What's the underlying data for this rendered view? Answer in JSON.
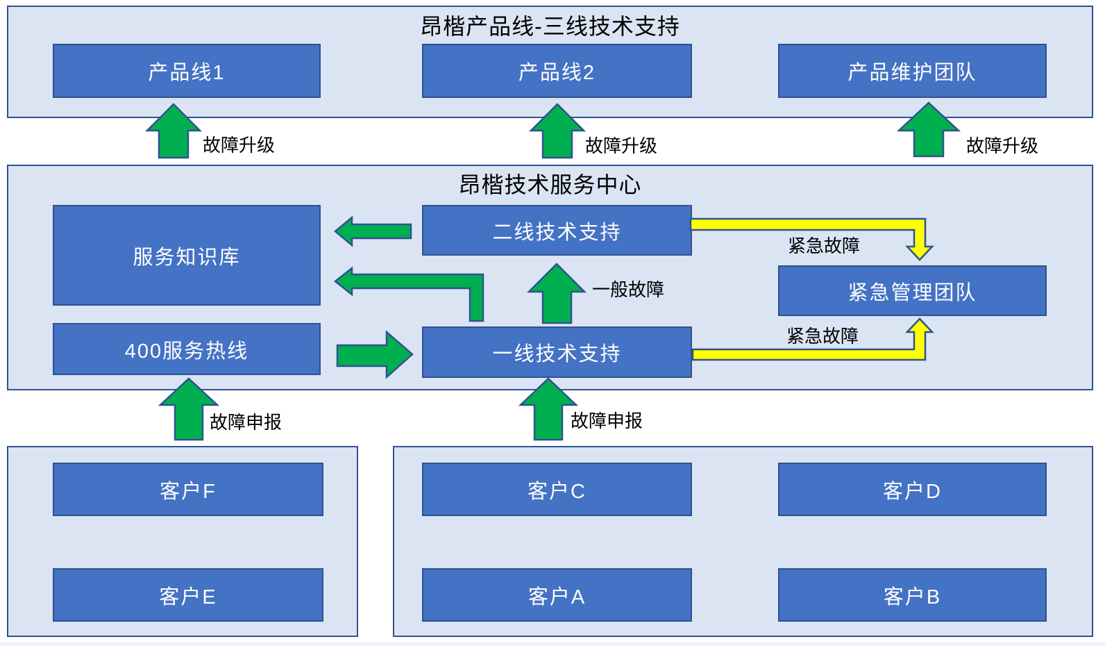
{
  "colors": {
    "page_background": "#ffffff",
    "container_fill": "#dbe4f3",
    "container_border": "#2f528f",
    "box_fill": "#4472c4",
    "box_border": "#2f528f",
    "box_text": "#ffffff",
    "title_text": "#000000",
    "green_arrow": "#00b050",
    "yellow_arrow": "#ffff00",
    "arrow_outline": "#2f528f"
  },
  "sections": {
    "product": {
      "title": "昂楷产品线-三线技术支持",
      "boxes": [
        {
          "label": "产品线1"
        },
        {
          "label": "产品线2"
        },
        {
          "label": "产品维护团队"
        }
      ]
    },
    "service": {
      "title": "昂楷技术服务中心",
      "boxes": [
        {
          "label": "服务知识库"
        },
        {
          "label": "400服务热线"
        },
        {
          "label": "二线技术支持"
        },
        {
          "label": "一线技术支持"
        },
        {
          "label": "紧急管理团队"
        }
      ]
    },
    "customers_left": {
      "boxes": [
        {
          "label": "客户F"
        },
        {
          "label": "客户E"
        }
      ]
    },
    "customers_right": {
      "boxes": [
        {
          "label": "客户C"
        },
        {
          "label": "客户D"
        },
        {
          "label": "客户A"
        },
        {
          "label": "客户B"
        }
      ]
    }
  },
  "arrows": [
    {
      "id": "fault-escalation-1",
      "color": "green",
      "label": "故障升级",
      "from": "昂楷技术服务中心",
      "to": "产品线1"
    },
    {
      "id": "fault-escalation-2",
      "color": "green",
      "label": "故障升级",
      "from": "昂楷技术服务中心",
      "to": "产品线2"
    },
    {
      "id": "fault-escalation-3",
      "color": "green",
      "label": "故障升级",
      "from": "昂楷技术服务中心",
      "to": "产品维护团队"
    },
    {
      "id": "line2-to-knowledge",
      "color": "green",
      "label": "",
      "from": "二线技术支持",
      "to": "服务知识库"
    },
    {
      "id": "line1-to-knowledge",
      "color": "green",
      "label": "",
      "from": "一线技术支持",
      "to": "服务知识库"
    },
    {
      "id": "hotline-to-line1",
      "color": "green",
      "label": "",
      "from": "400服务热线",
      "to": "一线技术支持"
    },
    {
      "id": "general-fault",
      "color": "green",
      "label": "一般故障",
      "from": "一线技术支持",
      "to": "二线技术支持"
    },
    {
      "id": "urgent-fault-top",
      "color": "yellow",
      "label": "紧急故障",
      "from": "二线技术支持",
      "to": "紧急管理团队"
    },
    {
      "id": "urgent-fault-bottom",
      "color": "yellow",
      "label": "紧急故障",
      "from": "一线技术支持",
      "to": "紧急管理团队"
    },
    {
      "id": "fault-report-left",
      "color": "green",
      "label": "故障申报",
      "from": "客户(E/F)",
      "to": "400服务热线"
    },
    {
      "id": "fault-report-right",
      "color": "green",
      "label": "故障申报",
      "from": "客户(A/B/C/D)",
      "to": "一线技术支持"
    }
  ]
}
